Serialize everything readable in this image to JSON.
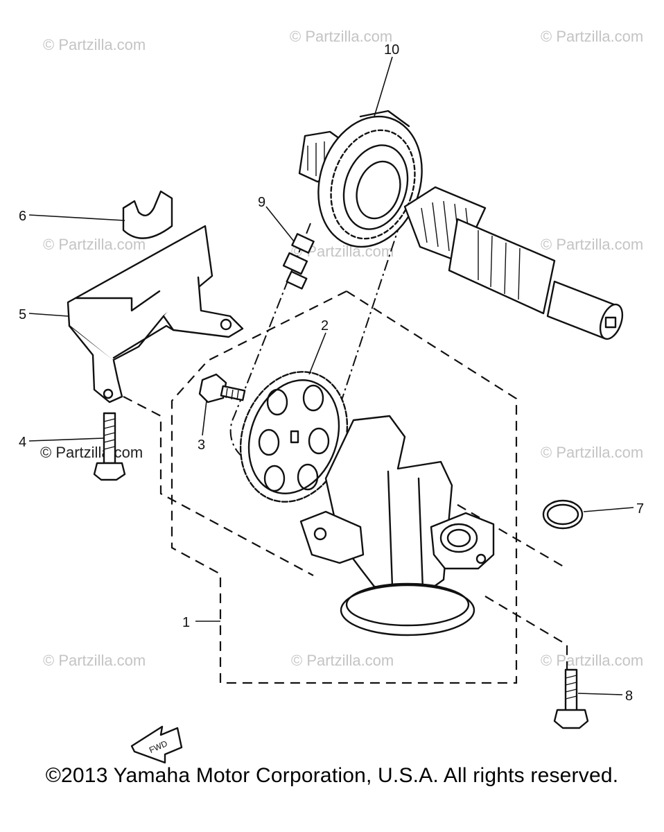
{
  "watermark": "© Partzilla.com",
  "watermark_prominent": "© Partzilla.com",
  "callouts": [
    "1",
    "2",
    "3",
    "4",
    "5",
    "6",
    "7",
    "8",
    "9",
    "10"
  ],
  "fwd_label": "FWD",
  "copyright": "©2013  Yamaha Motor Corporation, U.S.A. All rights reserved."
}
